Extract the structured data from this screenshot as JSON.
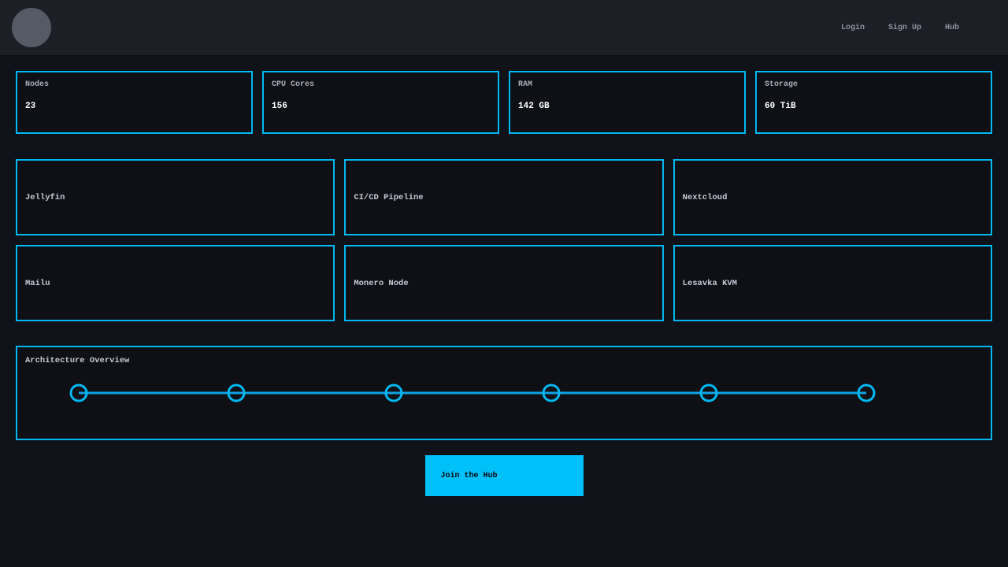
{
  "colors": {
    "accent": "#00b8f0",
    "button_bg": "#00c0fa",
    "page_bg": "#10121a",
    "header_bg": "#1d1f27",
    "card_bg": "#0e1016"
  },
  "header": {
    "nav": [
      {
        "label": "Login"
      },
      {
        "label": "Sign Up"
      },
      {
        "label": "Hub"
      }
    ]
  },
  "stats": [
    {
      "label": "Nodes",
      "value": "23"
    },
    {
      "label": "CPU Cores",
      "value": "156"
    },
    {
      "label": "RAM",
      "value": "142 GB"
    },
    {
      "label": "Storage",
      "value": "60 TiB"
    }
  ],
  "services": [
    {
      "title": "Jellyfin"
    },
    {
      "title": "CI/CD Pipeline"
    },
    {
      "title": "Nextcloud"
    },
    {
      "title": "Mailu"
    },
    {
      "title": "Monero Node"
    },
    {
      "title": "Lesavka KVM"
    }
  ],
  "architecture": {
    "title": "Architecture Overview",
    "node_count": 6
  },
  "cta": {
    "label": "Join the Hub"
  }
}
